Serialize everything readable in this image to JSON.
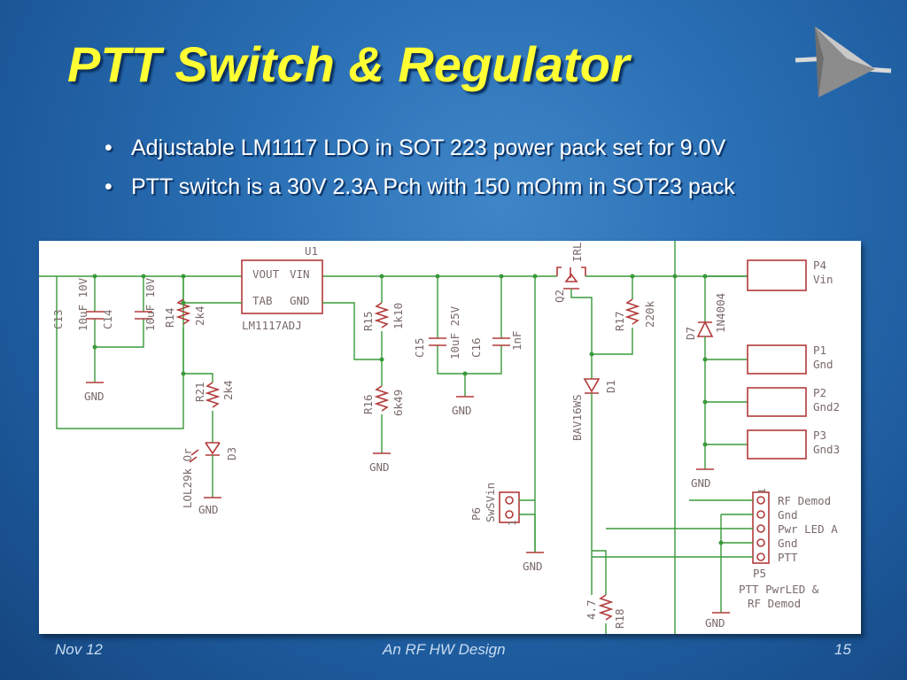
{
  "slide": {
    "title": "PTT Switch & Regulator",
    "bullets": [
      "Adjustable LM1117 LDO in SOT 223 power pack set for 9.0V",
      "PTT switch is a 30V 2.3A Pch with 150 mOhm in SOT23 pack"
    ],
    "bullet_glyph": "•",
    "footer": {
      "date": "Nov 12",
      "center": "An RF HW Design",
      "page": "15"
    },
    "colors": {
      "title": "#ffff33",
      "background": "#2a6fb4",
      "wire": "#3a9a3a",
      "part": "#b23a3a"
    }
  },
  "schematic": {
    "u1": {
      "ref": "U1",
      "vout": "VOUT",
      "vin": "VIN",
      "tab": "TAB",
      "gnd": "GND",
      "value": "LM1117ADJ"
    },
    "c13": {
      "ref": "C13",
      "value": "10uF 10V"
    },
    "c14": {
      "ref": "C14",
      "value": "10uF 10V"
    },
    "r14": {
      "ref": "R14",
      "value": "2k4"
    },
    "r21": {
      "ref": "R21",
      "value": "2k4"
    },
    "d3": {
      "ref": "D3",
      "value": "LOL29k Or"
    },
    "r15": {
      "ref": "R15",
      "value": "1k10"
    },
    "r16": {
      "ref": "R16",
      "value": "6k49"
    },
    "c15": {
      "ref": "C15",
      "value": "10uF 25V"
    },
    "c16": {
      "ref": "C16",
      "value": "1nF"
    },
    "q2": {
      "ref": "Q2",
      "value": "IRL"
    },
    "r17": {
      "ref": "R17",
      "value": "220k"
    },
    "d1": {
      "ref": "D1",
      "value": "BAV16WS"
    },
    "d7": {
      "ref": "D7",
      "value": "1N4004"
    },
    "p6": {
      "ref": "P6",
      "value": "SwSVin"
    },
    "r18": {
      "ref": "R18",
      "value": "4.7"
    },
    "gnd": "GND",
    "pin1": "1",
    "p4": {
      "ref": "P4",
      "value": "Vin"
    },
    "p1": {
      "ref": "P1",
      "value": "Gnd"
    },
    "p2": {
      "ref": "P2",
      "value": "Gnd2"
    },
    "p3": {
      "ref": "P3",
      "value": "Gnd3"
    },
    "p5": {
      "ref": "P5",
      "pins": [
        "RF Demod",
        "Gnd",
        "Pwr LED A",
        "Gnd",
        "PTT"
      ],
      "desc1": "PTT PwrLED &",
      "desc2": "RF Demod"
    }
  }
}
